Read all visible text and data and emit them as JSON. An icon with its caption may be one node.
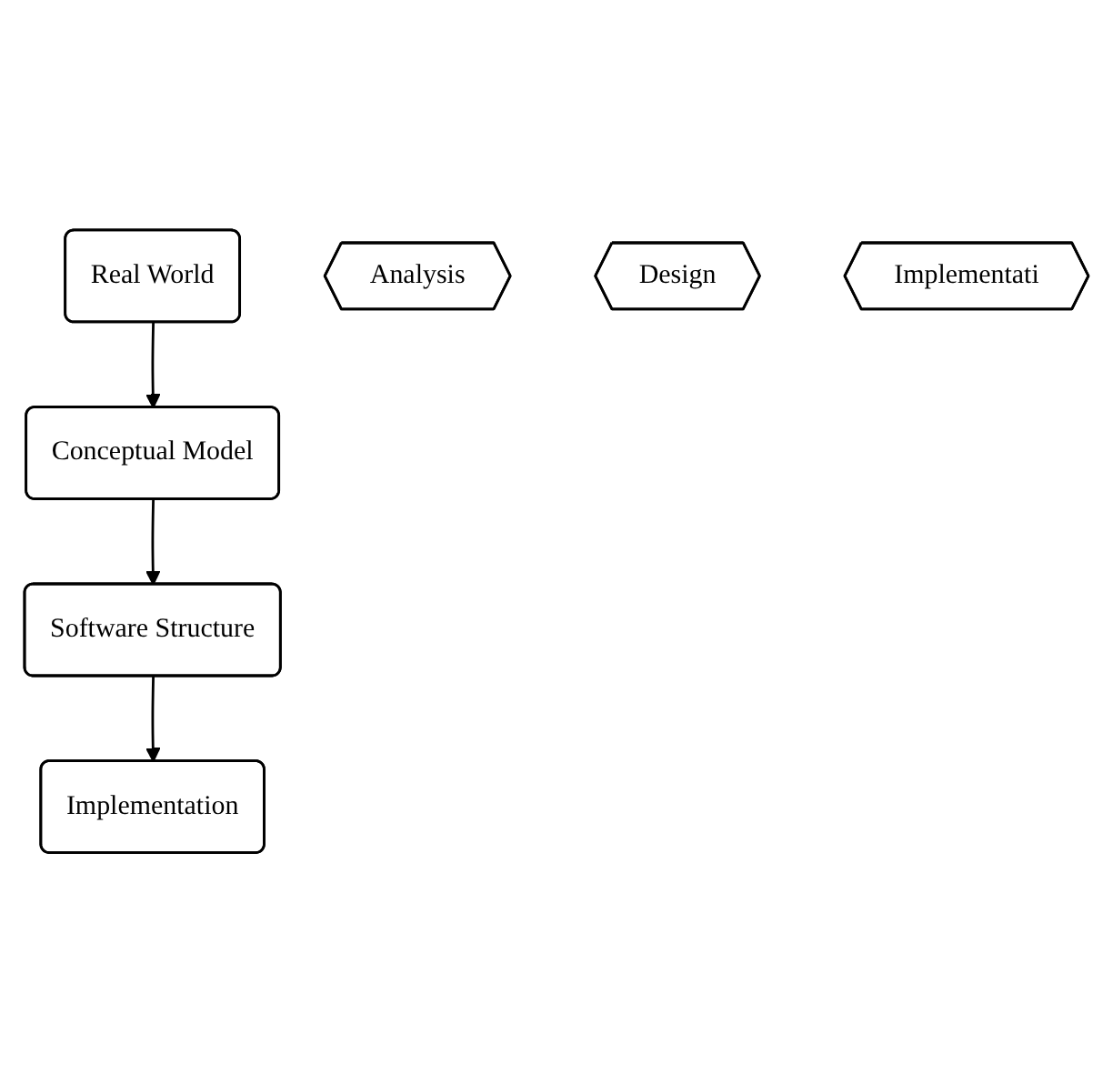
{
  "diagram": {
    "nodes": [
      {
        "text": [
          "Real World"
        ]
      },
      {
        "text": [
          "Conceptual Model"
        ]
      },
      {
        "text": [
          "Software Structure"
        ]
      },
      {
        "text": [
          "Implementation"
        ]
      },
      {
        "text": [
          "Analysis"
        ]
      },
      {
        "text": [
          "Design"
        ]
      },
      {
        "text": [
          "Implementati"
        ]
      }
    ],
    "edges": [
      {
        "from": 0,
        "to": 1,
        "arrow": "to"
      },
      {
        "from": 1,
        "to": 2,
        "arrow": "to"
      },
      {
        "from": 2,
        "to": 3,
        "arrow": "to"
      }
    ]
  }
}
